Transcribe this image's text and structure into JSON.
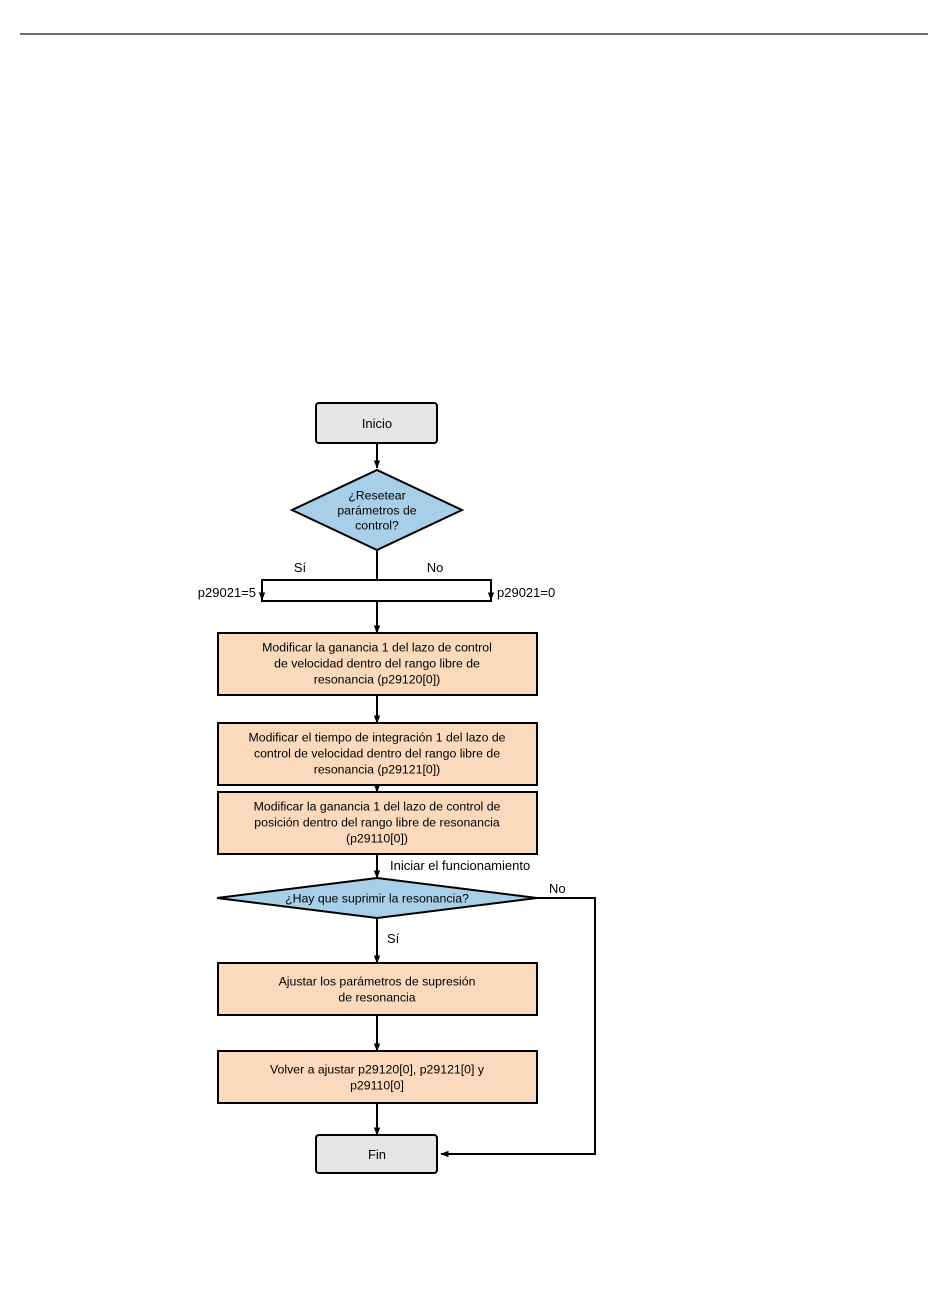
{
  "page": {
    "has_header_rule": true,
    "background_color": "#ffffff"
  },
  "colors": {
    "terminator_fill": "#e6e6e6",
    "decision_fill": "#a8cfe8",
    "process_fill": "#fad9bc",
    "stroke": "#000000",
    "rule_color": "#6b6b6b"
  },
  "flowchart": {
    "title_text": "",
    "nodes": [
      {
        "id": "start",
        "type": "terminator",
        "label": "Inicio"
      },
      {
        "id": "decision-reset",
        "type": "decision",
        "label_lines": [
          "¿Resetear",
          "parámetros de",
          "control?"
        ]
      },
      {
        "id": "junction",
        "type": "junction",
        "label": ""
      },
      {
        "id": "proc-gain-speed",
        "type": "process",
        "label_lines": [
          "Modificar la ganancia 1 del lazo de control",
          "de velocidad dentro del rango libre de",
          "resonancia (p29120[0])"
        ]
      },
      {
        "id": "proc-integration-time",
        "type": "process",
        "label_lines": [
          "Modificar el tiempo de integración 1 del lazo de",
          "control de velocidad dentro del rango libre de",
          "resonancia (p29121[0])"
        ]
      },
      {
        "id": "proc-gain-position",
        "type": "process",
        "label_lines": [
          "Modificar la ganancia 1 del lazo de control de",
          "posición dentro del rango libre de resonancia",
          "(p29110[0])"
        ]
      },
      {
        "id": "decision-resonance",
        "type": "decision-wide",
        "label_lines": [
          "¿Hay que suprimir la resonancia?"
        ]
      },
      {
        "id": "proc-suppression",
        "type": "process",
        "label_lines": [
          "Ajustar los parámetros de supresión",
          "de resonancia"
        ]
      },
      {
        "id": "proc-readjust",
        "type": "process",
        "label_lines": [
          "Volver a ajustar p29120[0], p29121[0] y",
          "p29110[0]"
        ]
      },
      {
        "id": "end",
        "type": "terminator",
        "label": "Fin"
      }
    ],
    "edge_labels": {
      "reset_yes": "Sí",
      "reset_no": "No",
      "param_yes": "p29021=5",
      "param_no": "p29021=0",
      "start_operation": "Iniciar el funcionamiento",
      "resonance_no": "No",
      "resonance_yes": "Sí"
    }
  }
}
